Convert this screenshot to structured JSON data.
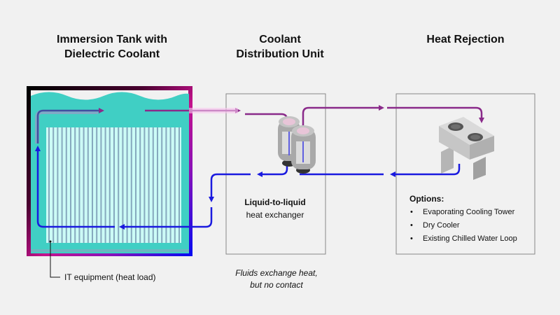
{
  "sections": {
    "tank": {
      "title_line1": "Immersion Tank with",
      "title_line2": "Dielectric Coolant"
    },
    "cdu": {
      "title_line1": "Coolant",
      "title_line2": "Distribution Unit"
    },
    "heat_rejection": {
      "title": "Heat Rejection"
    }
  },
  "labels": {
    "it_equipment": "IT equipment (heat load)",
    "hx_bold": "Liquid-to-liquid",
    "hx_sub": "heat exchanger",
    "note_line1": "Fluids exchange heat,",
    "note_line2": "but no contact"
  },
  "options": {
    "heading": "Options:",
    "items": [
      "Evaporating Cooling Tower",
      "Dry Cooler",
      "Existing Chilled Water Loop"
    ]
  },
  "colors": {
    "hot_loop": "#8a2a8a",
    "cold_loop": "#1a1adf",
    "coolant": "#40cfc4",
    "background": "#f1f1f1"
  }
}
